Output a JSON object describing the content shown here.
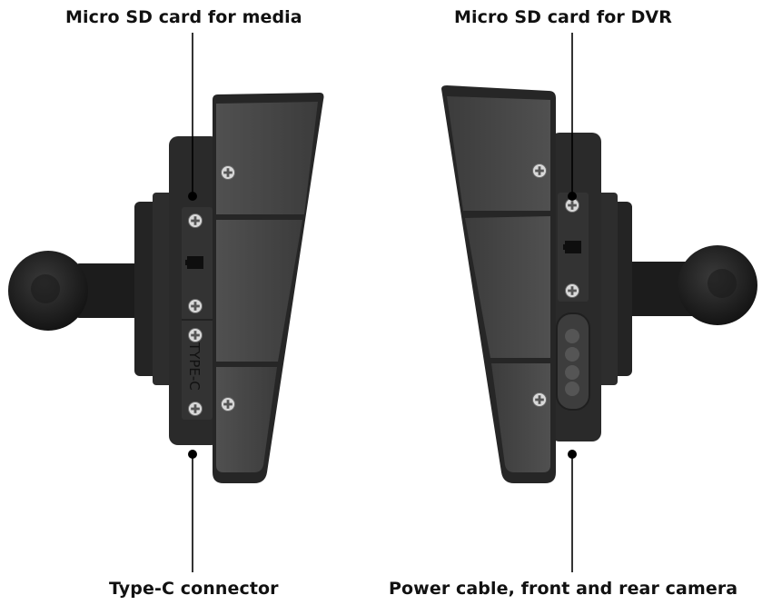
{
  "callouts": {
    "top_left": "Micro SD card for media",
    "top_right": "Micro SD card for DVR",
    "bottom_left": "Type-C connector",
    "bottom_right": "Power cable, front and rear camera"
  },
  "device_text": {
    "port_label": "TYPE-C"
  },
  "colors": {
    "body_dark": "#2b2b2b",
    "body_mid": "#3a3a3a",
    "panel": "#4a4a4a",
    "leader": "#000000"
  }
}
